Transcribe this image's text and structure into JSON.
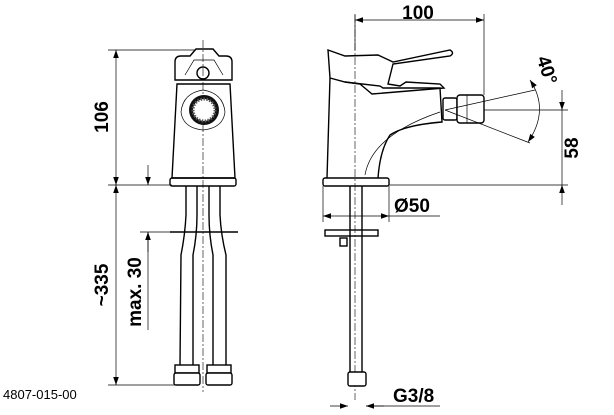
{
  "drawing_number": "4807-015-00",
  "dimensions": {
    "height_body": "106",
    "hose_length": "~335",
    "max_thickness": "max. 30",
    "reach": "100",
    "angle": "40°",
    "outlet_height": "58",
    "base_diameter": "Ø50",
    "thread": "G3/8"
  }
}
